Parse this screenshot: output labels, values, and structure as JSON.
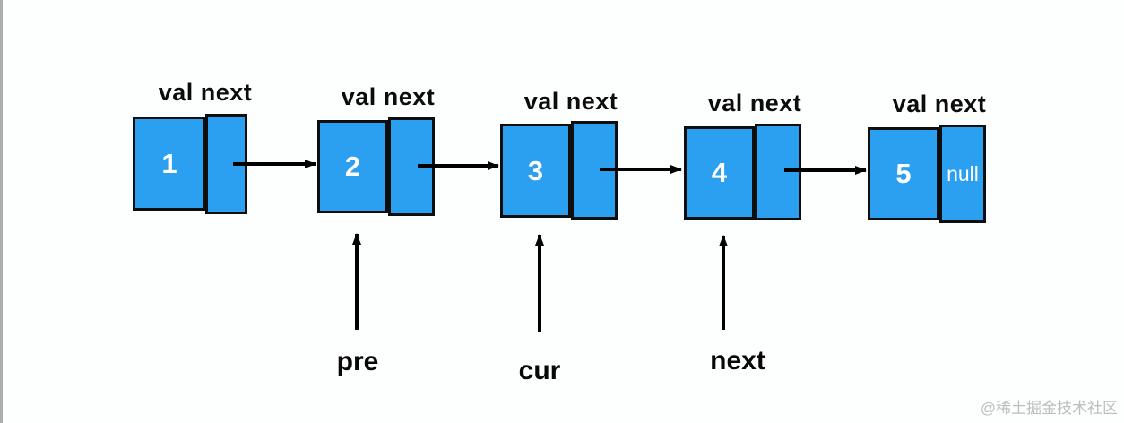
{
  "diagram": {
    "type": "linked-list",
    "node_headers": "val next"
  },
  "nodes": [
    {
      "header": "val next",
      "val": "1",
      "next": ""
    },
    {
      "header": "val next",
      "val": "2",
      "next": ""
    },
    {
      "header": "val next",
      "val": "3",
      "next": ""
    },
    {
      "header": "val next",
      "val": "4",
      "next": ""
    },
    {
      "header": "val next",
      "val": "5",
      "next": "null"
    }
  ],
  "pointers": [
    {
      "label": "pre"
    },
    {
      "label": "cur"
    },
    {
      "label": "next"
    }
  ],
  "watermark": "@稀土掘金技术社区",
  "colors": {
    "node_fill": "#2b9ff0",
    "node_border": "#0e0e0e",
    "arrow": "#000000",
    "watermark": "#bdbdbd"
  }
}
